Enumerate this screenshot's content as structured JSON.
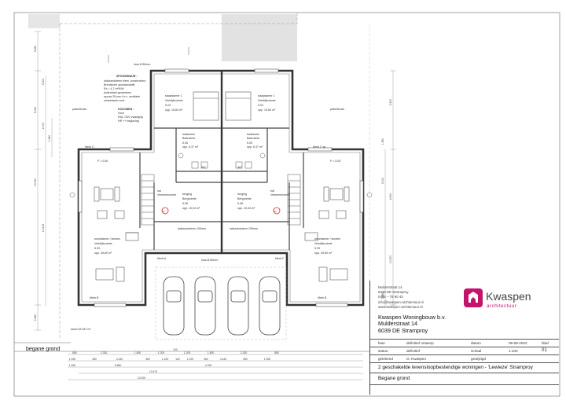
{
  "title_block": {
    "address_lines": [
      "Mulderstraat 14",
      "6039 DE  Stramproy",
      "0495 – 78 90 43",
      "info@kwaspen-architectuur.nl",
      "www.kwaspen-architectuur.nl"
    ],
    "logo_name": "Kwaspen",
    "logo_tagline": "architectuur",
    "client_lines": [
      "Kwaspen Woningbouw b.v.",
      "Mulderstraat 14",
      "6039 DE  Stramproy"
    ],
    "fase_label": "fase",
    "fase_value": "definitief ontwerp",
    "datum_label": "datum",
    "datum_value": "09-08-2022",
    "blad_label": "blad",
    "status_label": "status",
    "status_value": "definitief",
    "schaal_label": "schaal",
    "schaal_value": "1:100",
    "blad_value": "01",
    "getekend_label": "getekend",
    "getekend_value": "G. Kwaspen",
    "gewijzigd_label": "gewijzigd",
    "project": "2 geschakelde levensloopbestendige woningen - 'Lewieze' Stramproy",
    "drawing": "Begane grond"
  },
  "floorplan_label": "begane grond",
  "rooms": {
    "slaapkamer_l": [
      "slaapkamer 1",
      "Verblijfsruimte",
      "5.04",
      "opp. 15,60 m²"
    ],
    "slaapkamer_r": [
      "slaapkamer 1",
      "Verblijfsruimte",
      "5.04",
      "opp. 15,60 m²"
    ],
    "badkamer_l": [
      "badkamer",
      "Badruimte",
      "5.05",
      "opp. 6,37 m²"
    ],
    "badkamer_r": [
      "badkamer",
      "Badruimte",
      "5.05",
      "opp. 6,37 m²"
    ],
    "berging_l": [
      "berging",
      "Bergruimte",
      "5.06",
      "opp. 10,04 m²"
    ],
    "berging_r": [
      "berging",
      "Bergruimte",
      "5.06",
      "opp. 10,04 m²"
    ],
    "woonkamer_l": [
      "woonkamer / keuken",
      "Verblijfsruimte",
      "5.03",
      "opp. 49,60 m²"
    ],
    "woonkamer_r": [
      "woonkamer / keuken",
      "Verblijfsruimte",
      "5.03",
      "opp. 49,60 m²"
    ],
    "hal_l": [
      "hal",
      "Verkeersruimte"
    ],
    "hal_r": [
      "hal",
      "Verkeersruimte"
    ],
    "wc": "WC",
    "mk": "MK"
  },
  "annotations": {
    "spouwmuur": [
      "SPOUWMUUR :",
      "kalkzandsteen elem. constructeur",
      "Bremische spouwisolatie",
      "Rc = 4,7 m²K/W",
      "buitenblad gevelsteen",
      "spouw 35 mm t.b.v. ventilatie",
      "metselwerk rood"
    ],
    "kozijnen": [
      "KOZIJNEN :",
      "Hout",
      "RAL 7021 zwartgrijs",
      "HR ++ beglazing"
    ],
    "terras_l": "patio/terras",
    "terras_r": "patio/terras",
    "hwa": "hwa Ø 80mm",
    "merk_c": "Merk C",
    "merk_c_sp": "Merk C sp.",
    "merk_b": "Merk B",
    "merk_a": "Merk A",
    "merk_f": "Merk F",
    "kalkzandsteen": "kalkzandsteen 100mm",
    "peil": "P = 0,00",
    "peil_buiten": "kavel 28 287 m²"
  },
  "dims_bottom_row1": [
    "880",
    "2.330",
    "1.800",
    "1.200",
    "100",
    "1.200",
    "1.800",
    "2.330",
    "880"
  ],
  "dims_bottom_row2": [
    "1.530",
    "360",
    "4.440",
    "360",
    "1.220",
    "100",
    "1.220",
    "360",
    "4.440",
    "360",
    "1.530"
  ],
  "dims_bottom_row3": [
    "1.530",
    "5.680",
    "4.760"
  ],
  "dims_bottom_row4": [
    "10.470"
  ],
  "dims_bottom_row5": [
    "12.000"
  ],
  "dims_left": [
    "3.650",
    "5.040",
    "3.300",
    "2.000",
    "1.950",
    "13.750",
    "11.515",
    "2.480"
  ],
  "dims_right": [
    "3.600",
    "4.900",
    "10.470",
    "3.210",
    "1.950",
    "2.480"
  ]
}
